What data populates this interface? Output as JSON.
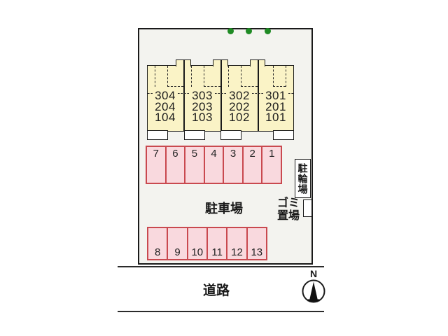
{
  "building": {
    "units": [
      {
        "rooms": [
          "304",
          "204",
          "104"
        ]
      },
      {
        "rooms": [
          "303",
          "203",
          "103"
        ]
      },
      {
        "rooms": [
          "302",
          "202",
          "102"
        ]
      },
      {
        "rooms": [
          "301",
          "201",
          "101"
        ]
      }
    ]
  },
  "parking": {
    "area_label": "駐車場",
    "top_row": [
      "7",
      "6",
      "5",
      "4",
      "3",
      "2",
      "1"
    ],
    "bottom_row": [
      "8",
      "9",
      "10",
      "11",
      "12",
      "13"
    ]
  },
  "bicycle_parking": {
    "label": "駐輪場"
  },
  "garbage_area": {
    "line1": "ゴミ",
    "line2": "置場"
  },
  "road": {
    "label": "道路"
  },
  "compass": {
    "label": "N"
  },
  "markers": {
    "green_dot_count": 3
  },
  "colors": {
    "lot_fill": "#f3f3ef",
    "building_fill": "#faf3c6",
    "stall_fill": "#f9d9de",
    "stall_border": "#c9494f",
    "marker_green": "#1f8b24",
    "outline": "#1a1a1a"
  }
}
